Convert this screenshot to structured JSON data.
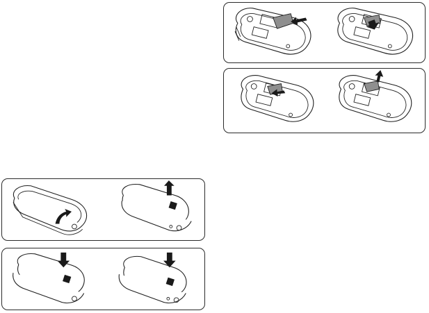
{
  "figures": [
    {
      "id": "sim-insert",
      "arrows": [
        "arrow-insert-right",
        "arrow-push-down"
      ]
    },
    {
      "id": "sim-remove",
      "arrows": [
        "arrow-slide-left",
        "arrow-lift-up"
      ]
    },
    {
      "id": "cover-off",
      "arrows": [
        "curved-arrow-lift",
        "arrow-up"
      ]
    },
    {
      "id": "cover-on",
      "arrows": [
        "arrow-down",
        "arrow-down"
      ]
    }
  ],
  "colors": {
    "line": "#1e1e1e",
    "sim_card": "#8f8f8f",
    "arrow": "#1a1a1a"
  }
}
